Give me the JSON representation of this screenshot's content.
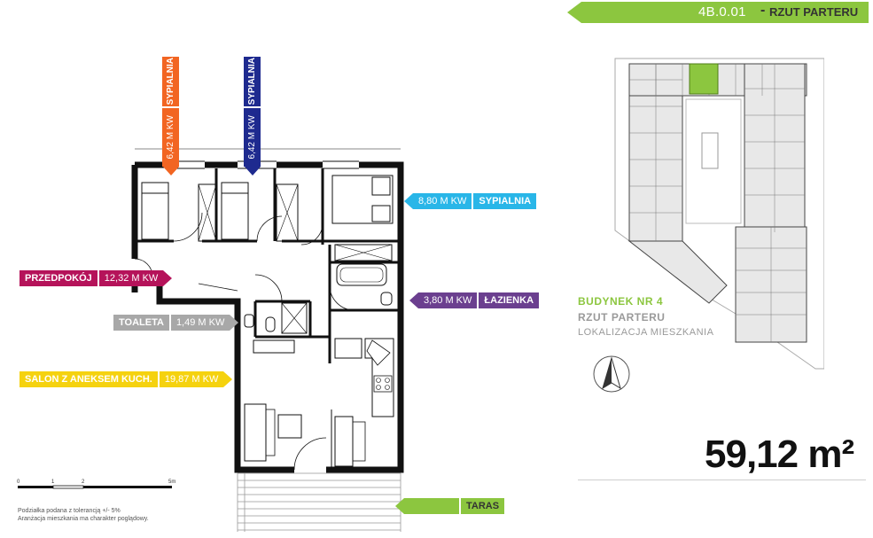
{
  "unit": {
    "code": "4B.0.01",
    "separator": "-",
    "floor_label": "RZUT PARTERU"
  },
  "rooms": {
    "bedroom1": {
      "name": "SYPIALNIA",
      "area": "6,42 M KW",
      "color": "#f26522"
    },
    "bedroom2": {
      "name": "SYPIALNIA",
      "area": "6,42 M KW",
      "color": "#1e2a8f"
    },
    "bedroom3": {
      "name": "SYPIALNIA",
      "area": "8,80 M KW",
      "color": "#29b6e8"
    },
    "hall": {
      "name": "PRZEDPOKÓJ",
      "area": "12,32 M KW",
      "color": "#b5135a"
    },
    "toilet": {
      "name": "TOALETA",
      "area": "1,49 M KW",
      "color": "#a8a8a8"
    },
    "bathroom": {
      "name": "ŁAZIENKA",
      "area": "3,80 M KW",
      "color": "#6b3f8f"
    },
    "living": {
      "name": "SALON Z ANEKSEM KUCH.",
      "area": "19,87 M KW",
      "color": "#f5d20f"
    },
    "terrace": {
      "name": "TARAS",
      "color": "#8cc63f"
    }
  },
  "building": {
    "title": "BUDYNEK NR 4",
    "subtitle": "RZUT PARTERU",
    "location": "LOKALIZACJA MIESZKANIA"
  },
  "total_area": "59,12 m²",
  "scale": {
    "ticks": [
      "0",
      "1",
      "2",
      "5m"
    ],
    "note1": "Podziałka podana z tolerancją +/- 5%",
    "note2": "Aranżacja mieszkania ma charakter poglądowy."
  },
  "icons": {
    "compass": "north-arrow-icon",
    "arrow": "label-pointer-icon"
  }
}
